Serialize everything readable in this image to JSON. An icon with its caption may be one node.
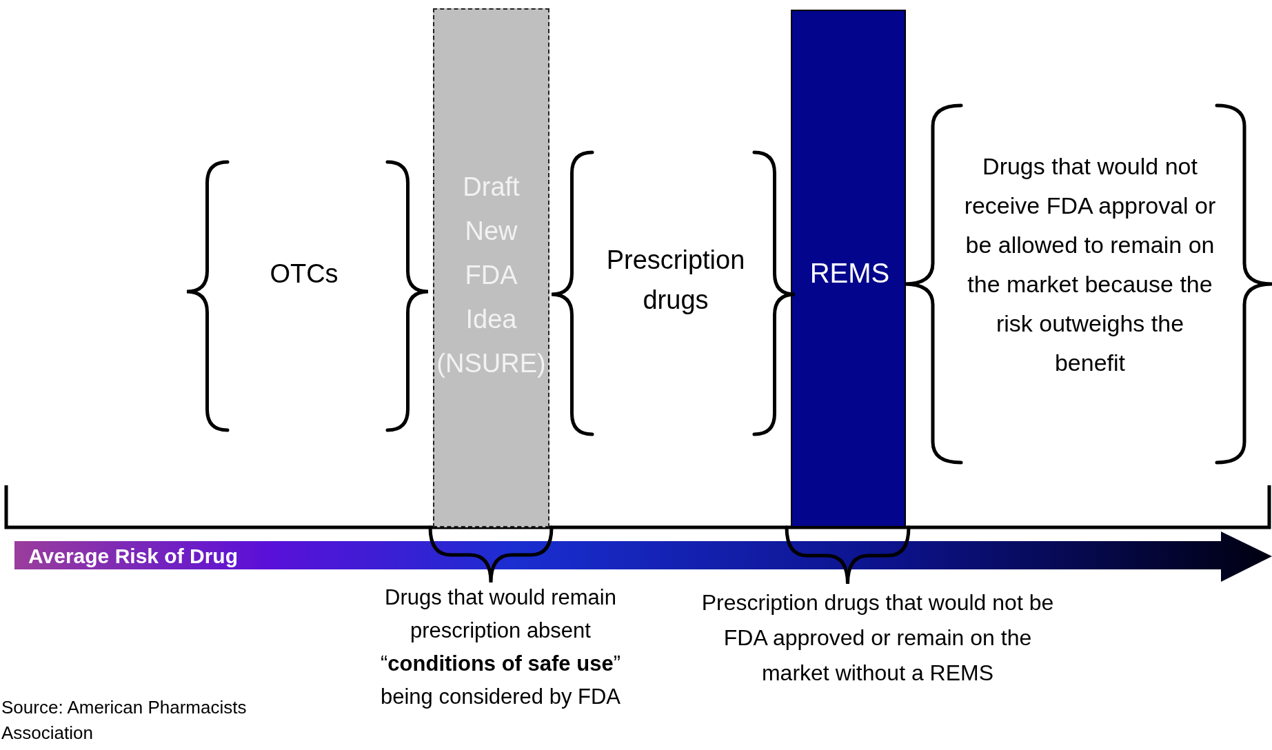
{
  "diagram": {
    "nodes": [
      {
        "text": [
          "Draft New FDA Idea (NSURE)"
        ]
      },
      {
        "text": [
          "REMS"
        ]
      },
      {
        "text": [
          "Average Risk of Drug"
        ]
      }
    ],
    "labels": [
      "OTCs",
      "Prescription drugs",
      "Drugs that would not receive FDA approval or be allowed to remain on the market because the risk outweighs the benefit",
      "Drugs that would remain prescription absent “**conditions of safe use**” being considered by FDA",
      "Prescription drugs that would not be FDA approved or remain on the market without a REMS",
      "Source: American Pharmacists Association"
    ]
  }
}
